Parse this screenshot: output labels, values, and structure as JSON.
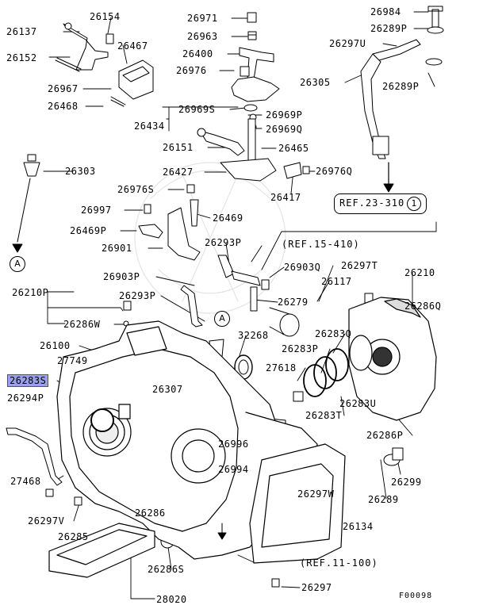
{
  "diagram_code": "F00098",
  "highlighted_part": "26283S",
  "refs": {
    "ref_23": "REF.23-310",
    "ref_23_circle": "1",
    "ref_15": "(REF.15-410)",
    "ref_11": "(REF.11-100)"
  },
  "markers": {
    "a_top": "A",
    "a_left": "A"
  },
  "parts": [
    {
      "id": "26154",
      "text": "26154"
    },
    {
      "id": "26137",
      "text": "26137"
    },
    {
      "id": "26152",
      "text": "26152"
    },
    {
      "id": "26467",
      "text": "26467"
    },
    {
      "id": "26967",
      "text": "26967"
    },
    {
      "id": "26468",
      "text": "26468"
    },
    {
      "id": "26971",
      "text": "26971"
    },
    {
      "id": "26963",
      "text": "26963"
    },
    {
      "id": "26400",
      "text": "26400"
    },
    {
      "id": "26976",
      "text": "26976"
    },
    {
      "id": "26434",
      "text": "26434"
    },
    {
      "id": "26969S",
      "text": "26969S"
    },
    {
      "id": "26969P",
      "text": "26969P"
    },
    {
      "id": "26969Q",
      "text": "26969Q"
    },
    {
      "id": "26984",
      "text": "26984"
    },
    {
      "id": "26289P_a",
      "text": "26289P"
    },
    {
      "id": "26297U",
      "text": "26297U"
    },
    {
      "id": "26305",
      "text": "26305"
    },
    {
      "id": "26289P_b",
      "text": "26289P"
    },
    {
      "id": "26151",
      "text": "26151"
    },
    {
      "id": "26465",
      "text": "26465"
    },
    {
      "id": "26303",
      "text": "26303"
    },
    {
      "id": "26427",
      "text": "26427"
    },
    {
      "id": "26976Q",
      "text": "26976Q"
    },
    {
      "id": "26976S",
      "text": "26976S"
    },
    {
      "id": "26417",
      "text": "26417"
    },
    {
      "id": "26997",
      "text": "26997"
    },
    {
      "id": "26469",
      "text": "26469"
    },
    {
      "id": "26469P",
      "text": "26469P"
    },
    {
      "id": "26293P_a",
      "text": "26293P"
    },
    {
      "id": "26901",
      "text": "26901"
    },
    {
      "id": "26903Q",
      "text": "26903Q"
    },
    {
      "id": "26297T",
      "text": "26297T"
    },
    {
      "id": "26903P",
      "text": "26903P"
    },
    {
      "id": "26117",
      "text": "26117"
    },
    {
      "id": "26210_r",
      "text": "26210"
    },
    {
      "id": "26210P",
      "text": "26210P"
    },
    {
      "id": "26293P_b",
      "text": "26293P"
    },
    {
      "id": "26279",
      "text": "26279"
    },
    {
      "id": "26286Q",
      "text": "26286Q"
    },
    {
      "id": "26286W",
      "text": "26286W"
    },
    {
      "id": "32268",
      "text": "32268"
    },
    {
      "id": "26283Q",
      "text": "26283Q"
    },
    {
      "id": "26100",
      "text": "26100"
    },
    {
      "id": "26283P",
      "text": "26283P"
    },
    {
      "id": "27749",
      "text": "27749"
    },
    {
      "id": "27618",
      "text": "27618"
    },
    {
      "id": "26283S",
      "text": "26283S"
    },
    {
      "id": "26307",
      "text": "26307"
    },
    {
      "id": "26294P",
      "text": "26294P"
    },
    {
      "id": "26283U",
      "text": "26283U"
    },
    {
      "id": "26283T",
      "text": "26283T"
    },
    {
      "id": "26286P",
      "text": "26286P"
    },
    {
      "id": "26996",
      "text": "26996"
    },
    {
      "id": "26994",
      "text": "26994"
    },
    {
      "id": "27468",
      "text": "27468"
    },
    {
      "id": "26299",
      "text": "26299"
    },
    {
      "id": "26297W",
      "text": "26297W"
    },
    {
      "id": "26289",
      "text": "26289"
    },
    {
      "id": "26297V",
      "text": "26297V"
    },
    {
      "id": "26286",
      "text": "26286"
    },
    {
      "id": "26134",
      "text": "26134"
    },
    {
      "id": "26285",
      "text": "26285"
    },
    {
      "id": "26286S",
      "text": "26286S"
    },
    {
      "id": "26297",
      "text": "26297"
    },
    {
      "id": "28020",
      "text": "28020"
    }
  ]
}
